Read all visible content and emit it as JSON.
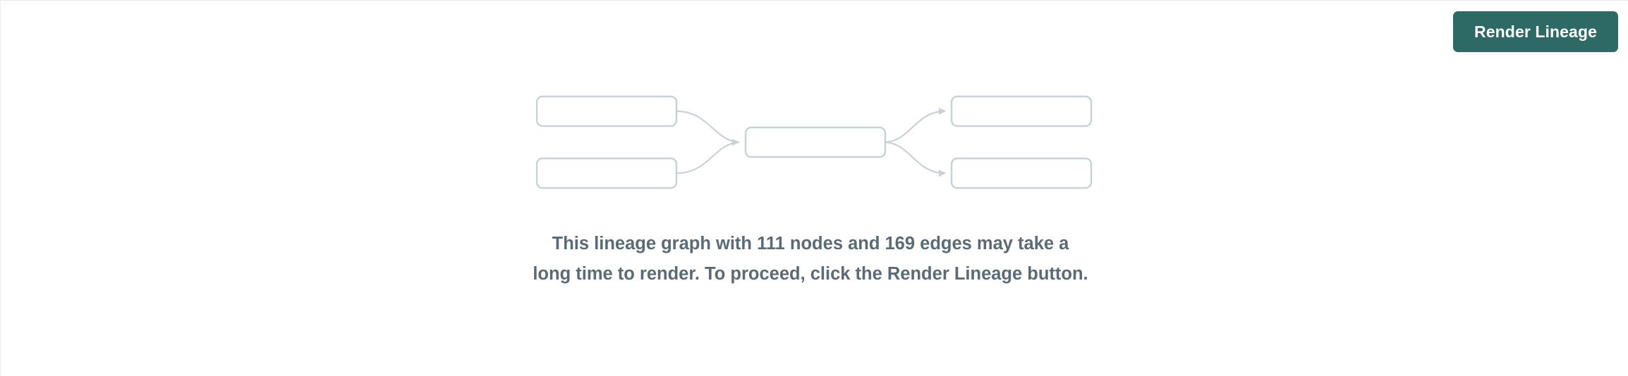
{
  "button": {
    "render_lineage_label": "Render Lineage",
    "bg_color": "#2d6a66",
    "text_color": "#ffffff"
  },
  "placeholder_graph": {
    "icon_name": "lineage-graph-placeholder",
    "node_count_shown": 5,
    "edge_count_shown": 4,
    "node_stroke_color": "#c8d2d9",
    "edge_stroke_color": "#c8d2d9"
  },
  "message": {
    "text": "This lineage graph with 111 nodes and 169 edges may take a long time to render. To proceed, click the Render Lineage button.",
    "nodes": 111,
    "edges": 169,
    "color": "#5a6b77"
  }
}
